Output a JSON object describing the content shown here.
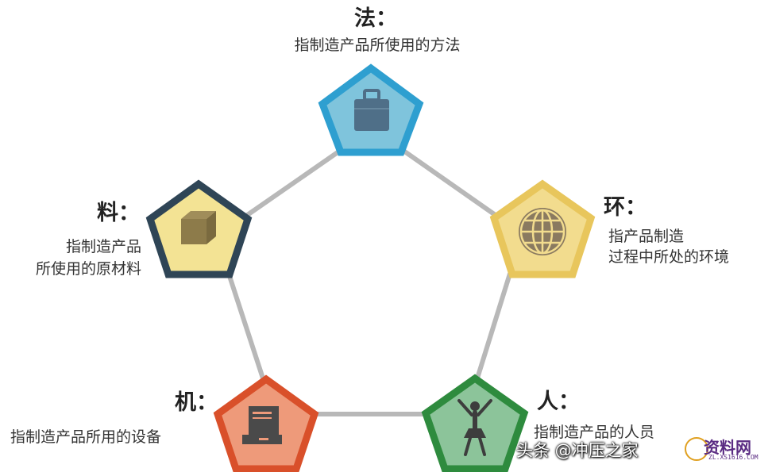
{
  "nodes": {
    "fa": {
      "title": "法：",
      "desc": "指制造产品所使用的方法",
      "icon": "briefcase-icon",
      "fill": "#7FC4DC",
      "border": "#2E9FD0"
    },
    "huan": {
      "title": "环：",
      "desc_lines": [
        "指产品制造",
        "过程中所处的环境"
      ],
      "icon": "globe-icon",
      "fill": "#F2DC8E",
      "border": "#E8C65C"
    },
    "ren": {
      "title": "人：",
      "desc": "指制造产品的人员",
      "icon": "person-icon",
      "fill": "#8CC49A",
      "border": "#2E8B3E"
    },
    "ji": {
      "title": "机：",
      "desc": "指制造产品所用的设备",
      "icon": "computer-icon",
      "fill": "#EE9A7A",
      "border": "#D9502A"
    },
    "liao": {
      "title": "料：",
      "desc_lines": [
        "指制造产品",
        "所使用的原材料"
      ],
      "icon": "box-icon",
      "fill": "#F3E394",
      "border": "#2F4556"
    }
  },
  "watermark": {
    "text": "头条 @冲压之家",
    "logo_text": "资料网",
    "logo_url": "ZL.XS1616.COM"
  }
}
